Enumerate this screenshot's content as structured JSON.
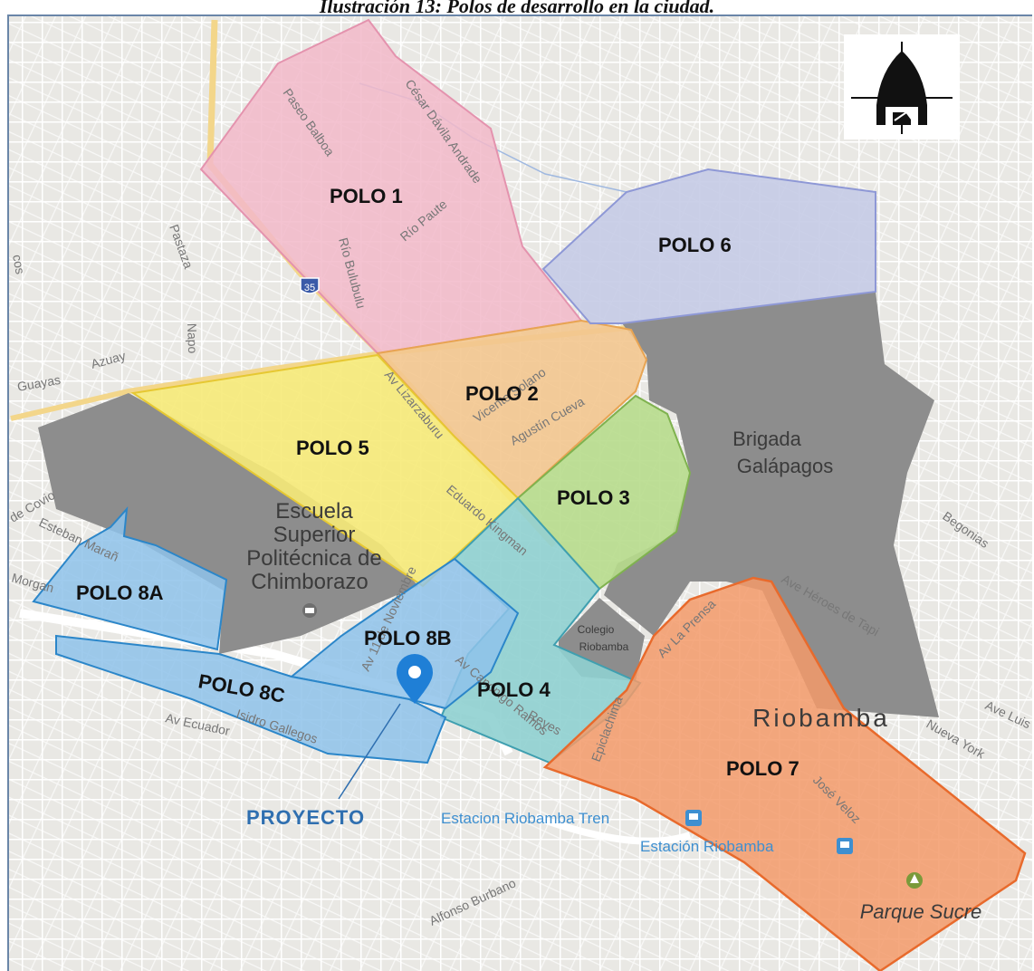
{
  "caption": "Ilustración 13: Polos de desarrollo en la ciudad.",
  "polos": {
    "p1": "POLO 1",
    "p2": "POLO 2",
    "p3": "POLO 3",
    "p4": "POLO 4",
    "p5": "POLO 5",
    "p6": "POLO 6",
    "p7": "POLO 7",
    "p8a": "POLO 8A",
    "p8b": "POLO 8B",
    "p8c": "POLO 8C"
  },
  "places": {
    "brigada_1": "Brigada",
    "brigada_2": "Galápagos",
    "espoch_1": "Escuela",
    "espoch_2": "Superior",
    "espoch_3": "Politécnica de",
    "espoch_4": "Chimborazo",
    "colegio_1": "Colegio",
    "colegio_2": "Riobamba",
    "city": "Riobamba",
    "parque": "Parque Sucre",
    "estacion_tren": "Estacion Riobamba Tren",
    "estacion": "Estación Riobamba"
  },
  "project_label": "PROYECTO",
  "highway_shield": "35",
  "streets": {
    "paseo_balboa": "Paseo Balboa",
    "cesar_davila": "César Dávila Andrade",
    "rio_paute": "Río Paute",
    "rio_bulubulu": "Río Bulubulu",
    "pastaza": "Pastaza",
    "napo": "Napo",
    "azuay": "Azuay",
    "guayas": "Guayas",
    "av_lizarzaburu": "Av Lizarzaburu",
    "vicente_solano": "Vicente Solano",
    "agustin_cueva": "Agustín Cueva",
    "eduardo_kingman": "Eduardo Kingman",
    "av_de_noviembre": "Av 11 de Noviembre",
    "av_reyes": "Av Canónigo Ramos",
    "reyes": "Reyes",
    "esteban_maran": "Esteban Marañ",
    "de_covio": "de Covio",
    "morgan": "Morgan",
    "isidro_gallegos": "Isidro Gallegos",
    "av_ecuador": "Av Ecuador",
    "alfonso_burbano": "Alfonso Burbano",
    "ave_heroes": "Ave Héroes de Tapi",
    "begonias": "Begonias",
    "nueva_york": "Nueva York",
    "ave_luis": "Ave Luis",
    "epiclachima": "Epiclachima",
    "jose_veloz": "José Veloz",
    "av_la_prensa": "Av La Prensa",
    "cos": "cos"
  },
  "colors": {
    "polo1": "#f2b8c9",
    "polo2": "#f3c78f",
    "polo3": "#b7dc8c",
    "polo4": "#8fd0d0",
    "polo5": "#f6ea78",
    "polo6": "#c5cbe6",
    "polo7": "#f39a6a",
    "polo8": "#8ec2ea",
    "grey_zone": "#8d8d8d",
    "pin": "#1f7fd6",
    "project_text": "#2f6fb0"
  },
  "icons": {
    "logo": "institutional-emblem-icon",
    "pin": "location-pin-icon",
    "rail": "train-station-icon",
    "park": "park-icon",
    "school": "school-icon"
  }
}
